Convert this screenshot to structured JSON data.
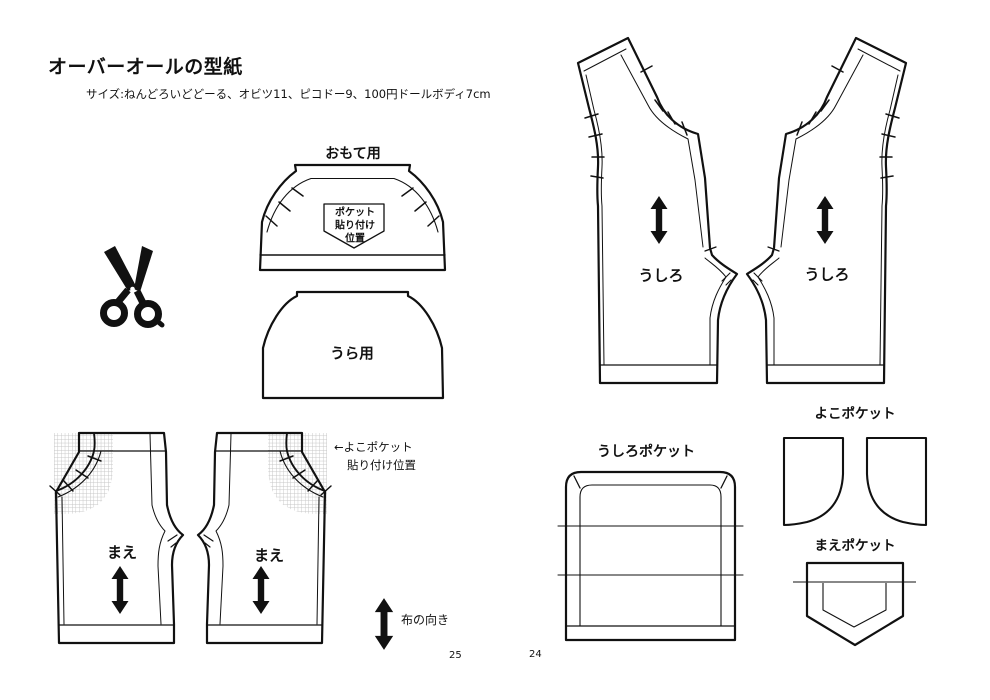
{
  "page": {
    "title": "オーバーオールの型紙",
    "subtitle": "サイズ:ねんどろいどどーる、オビツ11、ピコドー9、100円ドールボディ7cm",
    "left_page_number": "25",
    "right_page_number": "24"
  },
  "colors": {
    "line": "#111111",
    "hatch_gray": "#c4c4c4",
    "background": "#ffffff"
  },
  "icons": {
    "scissors": "✂"
  },
  "pieces": {
    "bib_front": {
      "label": "おもて用",
      "pocket_note_lines": [
        "ポケット",
        "貼り付け",
        "位置"
      ]
    },
    "bib_back": {
      "label": "うら用"
    },
    "pants_front": {
      "label": "まえ"
    },
    "pants_back": {
      "label": "うしろ"
    },
    "back_pocket": {
      "label": "うしろポケット"
    },
    "side_pocket": {
      "label": "よこポケット"
    },
    "front_pocket": {
      "label": "まえポケット"
    }
  },
  "annotations": {
    "side_pocket_position_line1": "←よこポケット",
    "side_pocket_position_line2": "貼り付け位置",
    "fabric_direction": "布の向き"
  }
}
